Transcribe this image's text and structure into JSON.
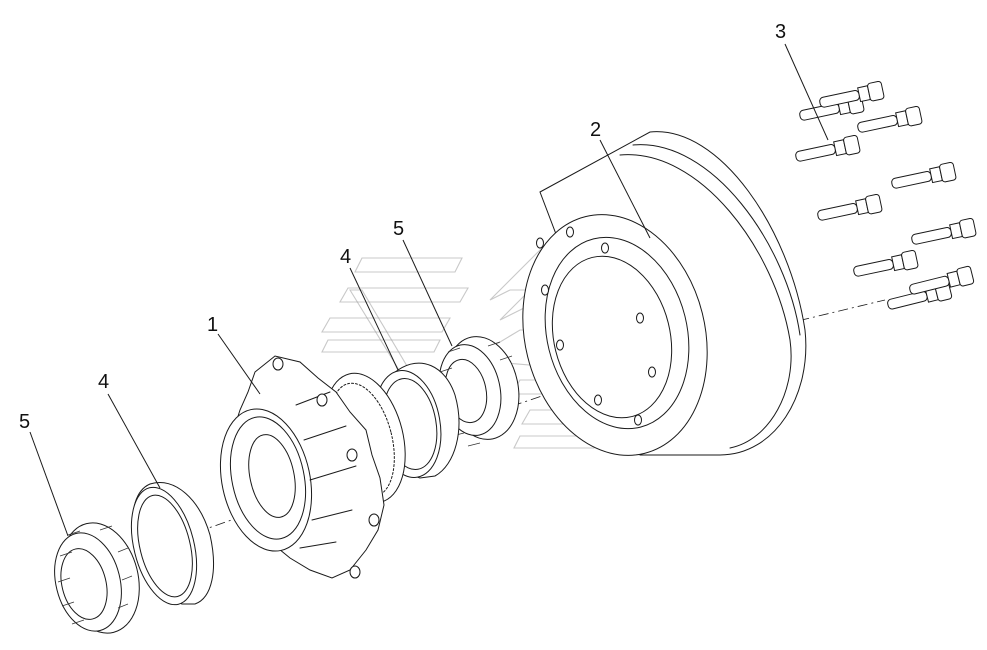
{
  "callouts": [
    {
      "id": "hub",
      "label": "1"
    },
    {
      "id": "drum",
      "label": "2"
    },
    {
      "id": "bolts",
      "label": "3"
    },
    {
      "id": "outer-race-right",
      "label": "4"
    },
    {
      "id": "inner-bearing-right",
      "label": "5"
    },
    {
      "id": "outer-race-left",
      "label": "4"
    },
    {
      "id": "inner-bearing-left",
      "label": "5"
    }
  ],
  "colors": {
    "line": "#1a1a1a",
    "background": "#ffffff",
    "watermark": "#9a9a9a"
  },
  "watermark": {
    "icon": "stylized-wing-logo"
  }
}
